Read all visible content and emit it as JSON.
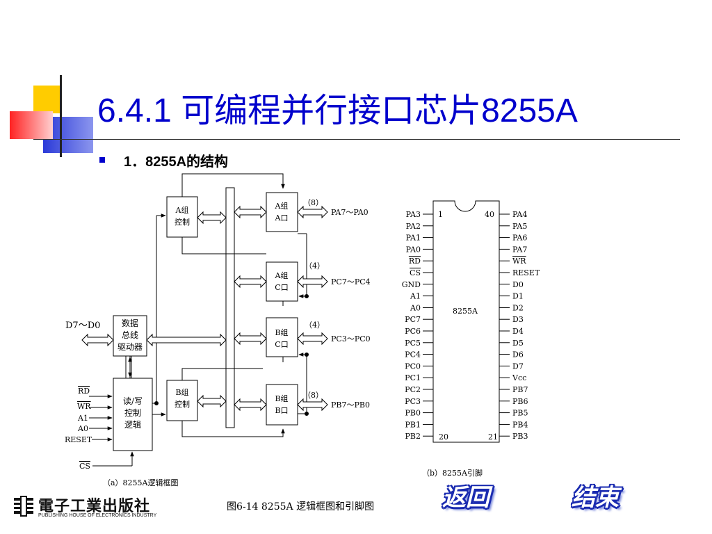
{
  "title": "6.4.1  可编程并行接口芯片8255A",
  "bullet": "1．8255A的结构",
  "block": {
    "a_ctrl": [
      "A组",
      "控制"
    ],
    "b_ctrl": [
      "B组",
      "控制"
    ],
    "a_port": [
      "A组",
      "A口"
    ],
    "c_upper": [
      "A组",
      "C口"
    ],
    "c_lower": [
      "B组",
      "C口"
    ],
    "b_port": [
      "B组",
      "B口"
    ],
    "data_buf": [
      "数据",
      "总线",
      "驱动器"
    ],
    "rw": [
      "读/写",
      "控制",
      "逻辑"
    ],
    "d_label": "D7～D0",
    "rw_sig_rd": "RD",
    "rw_sig_wr": "WR",
    "rw_sig_a1": "A1",
    "rw_sig_a0": "A0",
    "rw_sig_reset": "RESET",
    "cs": "CS",
    "n_a": "（8）",
    "n_cu": "（4）",
    "n_cl": "（4）",
    "n_b": "（8）",
    "pa": "PA7～PA0",
    "pcu": "PC7～PC4",
    "pcl": "PC3～PC0",
    "pb": "PB7～PB0",
    "caption_a": "（a）8255A逻辑框图"
  },
  "pins": {
    "chip": "8255A",
    "pin1": "1",
    "pin40": "40",
    "pin20": "20",
    "pin21": "21",
    "left": [
      "PA3",
      "PA2",
      "PA1",
      "PA0",
      "RD",
      "CS",
      "GND",
      "A1",
      "A0",
      "PC7",
      "PC6",
      "PC5",
      "PC4",
      "PC0",
      "PC1",
      "PC2",
      "PC3",
      "PB0",
      "PB1",
      "PB2"
    ],
    "right": [
      "PA4",
      "PA5",
      "PA6",
      "PA7",
      "WR",
      "RESET",
      "D0",
      "D1",
      "D2",
      "D3",
      "D4",
      "D5",
      "D6",
      "D7",
      "Vcc",
      "PB7",
      "PB6",
      "PB5",
      "PB4",
      "PB3"
    ],
    "caption_b": "（b）8255A引脚"
  },
  "caption": "图6-14   8255A 逻辑框图和引脚图",
  "publisher": {
    "name": "電子工業出版社",
    "sub": "PUBLISHING HOUSE OF ELECTRONICS INDUSTRY"
  },
  "nav": {
    "back": "返回",
    "end": "结束"
  },
  "colors": {
    "title": "#0000cc",
    "accent_yellow": "#ffcc00",
    "accent_red": "#ff3333",
    "accent_blue": "#3344dd"
  }
}
